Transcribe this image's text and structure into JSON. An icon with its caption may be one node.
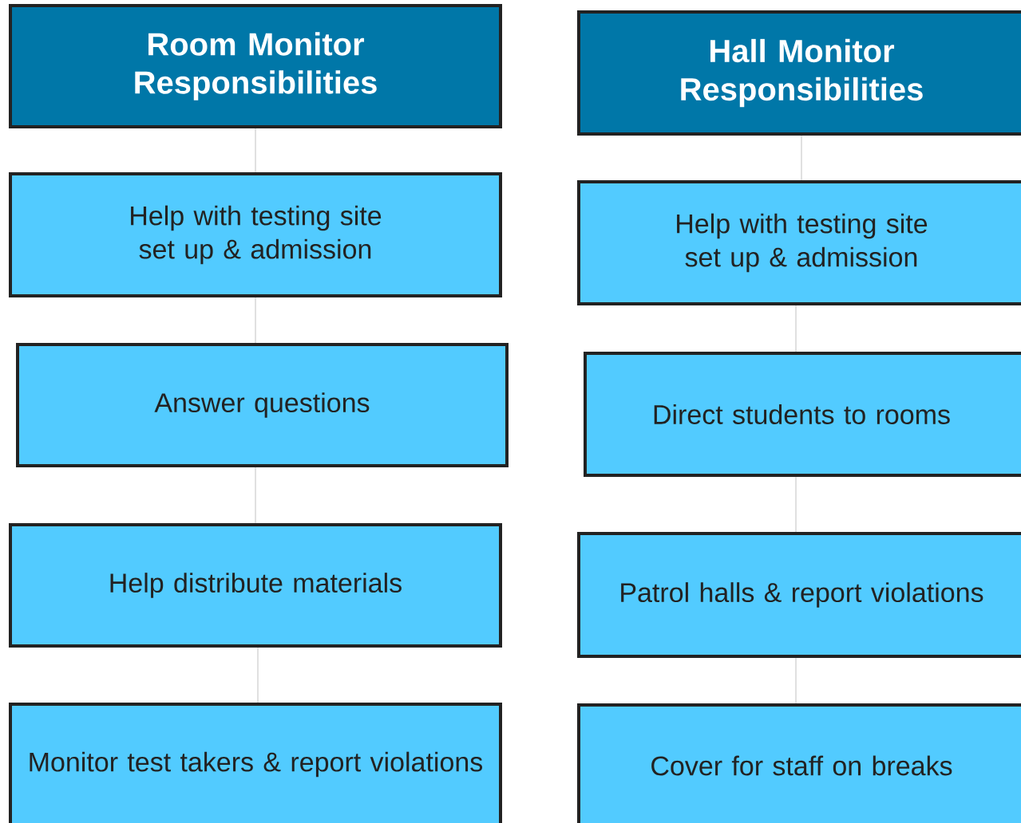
{
  "diagram": {
    "nodes": [
      {
        "text": [
          "Room Monitor Responsibilities"
        ]
      },
      {
        "text": [
          "Help with testing site set up & admission"
        ]
      },
      {
        "text": [
          "Answer questions"
        ]
      },
      {
        "text": [
          "Help distribute materials"
        ]
      },
      {
        "text": [
          "Monitor test takers & report violations"
        ]
      },
      {
        "text": [
          "Hall Monitor Responsibilities"
        ]
      },
      {
        "text": [
          "Help with testing site set up & admission"
        ]
      },
      {
        "text": [
          "Direct students to rooms"
        ]
      },
      {
        "text": [
          "Patrol halls & report violations"
        ]
      },
      {
        "text": [
          "Cover for staff on breaks"
        ]
      }
    ],
    "edges": [
      {
        "from": 0,
        "to": 1,
        "arrow": "none"
      },
      {
        "from": 1,
        "to": 2,
        "arrow": "none"
      },
      {
        "from": 2,
        "to": 3,
        "arrow": "none"
      },
      {
        "from": 3,
        "to": 4,
        "arrow": "none"
      },
      {
        "from": 5,
        "to": 6,
        "arrow": "none"
      },
      {
        "from": 6,
        "to": 7,
        "arrow": "none"
      },
      {
        "from": 7,
        "to": 8,
        "arrow": "none"
      },
      {
        "from": 8,
        "to": 9,
        "arrow": "none"
      }
    ]
  }
}
